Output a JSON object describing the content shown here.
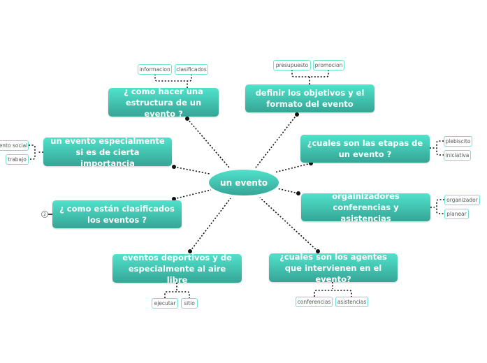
{
  "center": "un evento",
  "topics": [
    {
      "label": "¿ como hacer una estructura de un evento ?",
      "children": [
        "informacion",
        "clasificados"
      ]
    },
    {
      "label": "definir los objetivos y el formato del evento",
      "children": [
        "presupuesto",
        "promocion"
      ]
    },
    {
      "label": "¿cuales son las etapas de un evento ?",
      "children": [
        "plebiscito",
        "iniciativa"
      ]
    },
    {
      "label": "orgainizadores  conferencias y asistencias",
      "children": [
        "organizador",
        "planear"
      ]
    },
    {
      "label": "¿cuales son los agentes que intervienen en el evento?",
      "children": [
        "conferencias",
        "asistencias"
      ]
    },
    {
      "label": "eventos deportivos y de especialmente al aire libre",
      "children": [
        "ejecutar",
        "sitio"
      ]
    },
    {
      "label": "¿ como están clasificados los eventos ?",
      "collapsed_count": "2"
    },
    {
      "label": "un evento especialmente si es de cierta importancia",
      "children": [
        "evento social",
        "trabajo"
      ]
    }
  ]
}
